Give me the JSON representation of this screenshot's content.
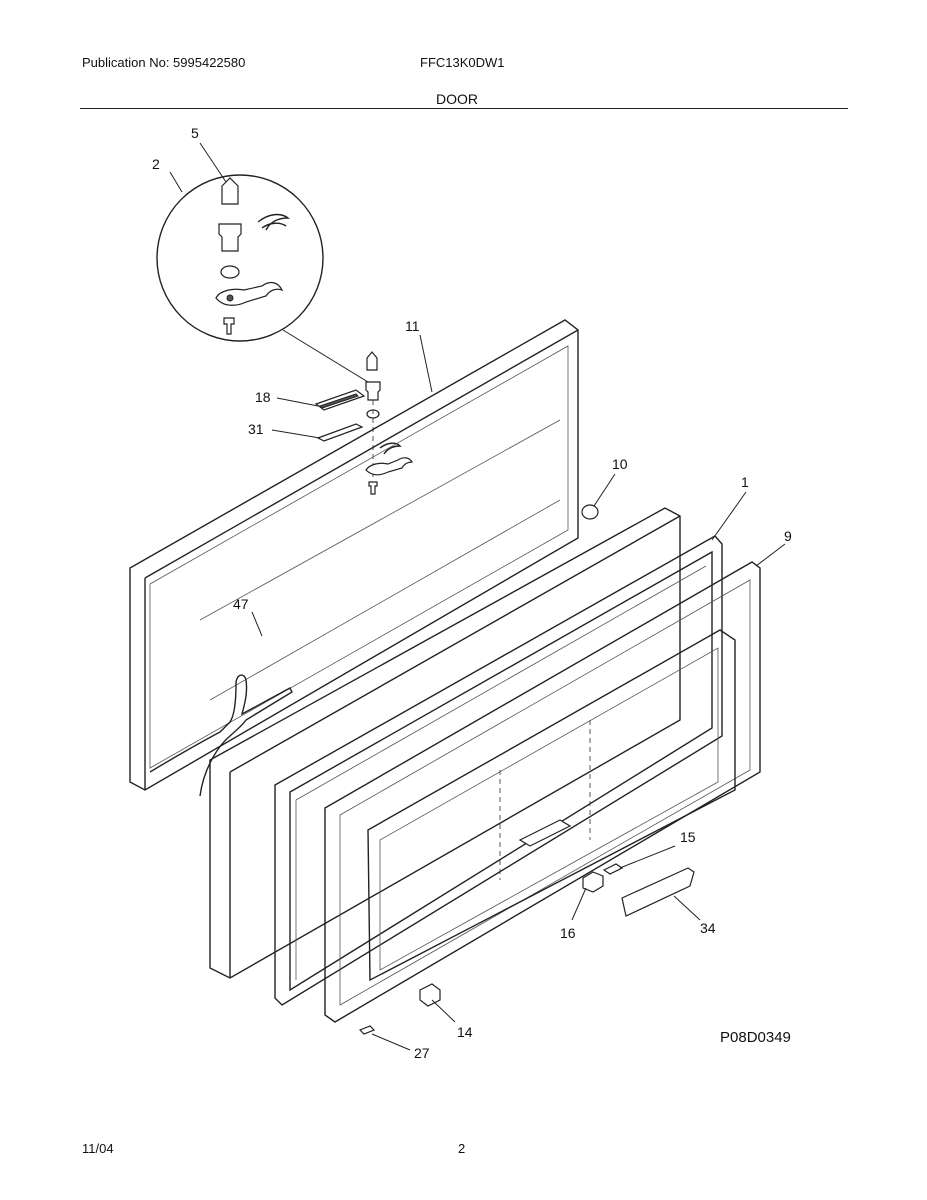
{
  "header": {
    "publication": "Publication No: 5995422580",
    "model": "FFC13K0DW1",
    "section_title": "DOOR"
  },
  "callouts": {
    "c5": "5",
    "c2": "2",
    "c11": "11",
    "c18": "18",
    "c31": "31",
    "c10": "10",
    "c1": "1",
    "c9": "9",
    "c47": "47",
    "c15": "15",
    "c16": "16",
    "c34": "34",
    "c14": "14",
    "c27": "27"
  },
  "figure_id": "P08D0349",
  "footer": {
    "date": "11/04",
    "page_number": "2"
  }
}
